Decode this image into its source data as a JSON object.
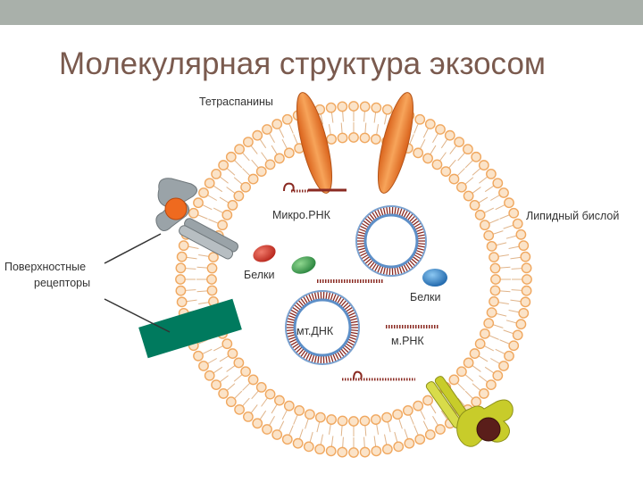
{
  "slide": {
    "title": "Молекулярная структура экзосом"
  },
  "labels": {
    "tetraspanins": "Тетраспанины",
    "lipid_bilayer": "Липидный бислой",
    "micro_rna": "Микро.РНК",
    "proteins_left": "Белки",
    "proteins_right": "Белки",
    "mt_dna": "мт.ДНК",
    "m_rna": "м.РНК",
    "surface_receptors_line1": "Поверхностные",
    "surface_receptors_line2": "рецепторы"
  },
  "colors": {
    "topbar": "#a9b0aa",
    "title": "#7a5a4e",
    "lipid_head": "#f0b276",
    "tail": "#d89a5a",
    "tetraspanin": "#f08a30",
    "receptor_gray": "#9aa3a8",
    "receptor_yellow": "#c8cc2a",
    "ligand_orange": "#ef6a1f",
    "ligand_dark": "#5a1e1a",
    "protein_red": "#d9312a",
    "protein_green": "#3a9e4a",
    "protein_blue": "#2a7fc8",
    "rna": "#8a2a22",
    "green_box": "#007a5e"
  }
}
